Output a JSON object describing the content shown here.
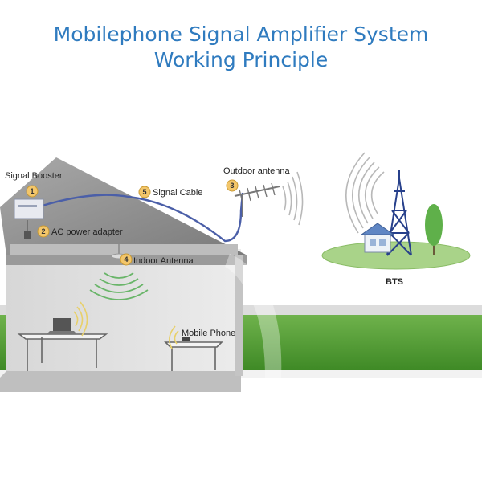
{
  "title": {
    "line1": "Mobilephone Signal Amplifier System",
    "line2": "Working Principle"
  },
  "components": {
    "signal_booster": {
      "number": "1",
      "label": "Signal Booster"
    },
    "ac_power_adapter": {
      "number": "2",
      "label": "AC power adapter"
    },
    "outdoor_antenna": {
      "number": "3",
      "label": "Outdoor antenna"
    },
    "indoor_antenna": {
      "number": "4",
      "label": "Indoor Antenna"
    },
    "signal_cable": {
      "number": "5",
      "label": "Signal Cable"
    },
    "mobile_phone": {
      "label": "Mobile Phone"
    },
    "bts": {
      "label": "BTS"
    }
  },
  "colors": {
    "title": "#2f7bbf",
    "badge": "#f3c66a",
    "grass": "#4a9a2e",
    "wave": "#69b569",
    "tower": "#27408b",
    "cable": "#4b5fa8",
    "wall": "#e3e3e3",
    "roof": "#8c8c8c"
  }
}
